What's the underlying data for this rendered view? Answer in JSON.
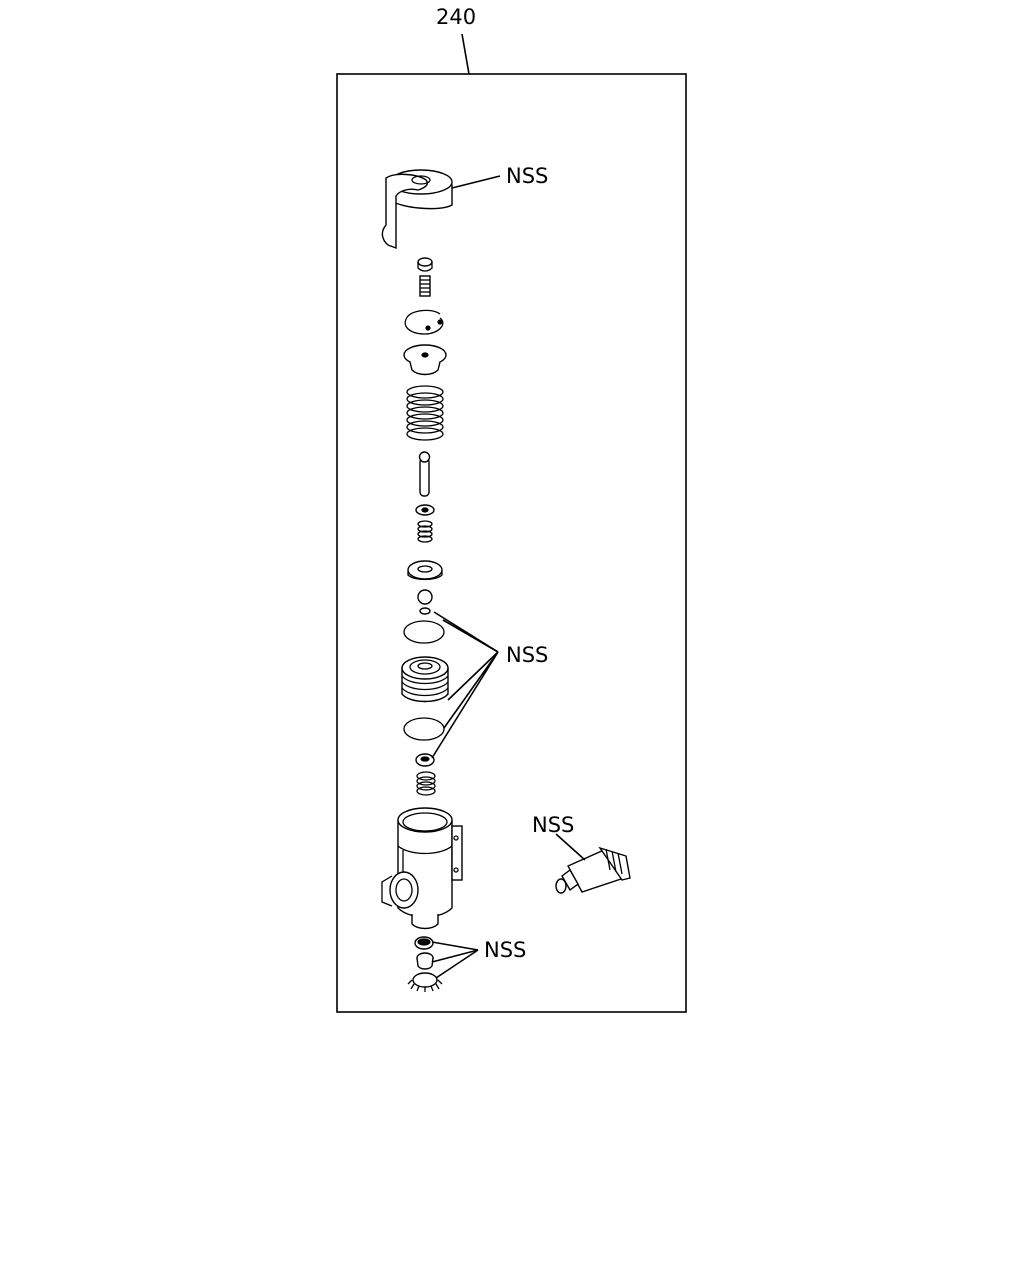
{
  "diagram": {
    "assembly_number": "240",
    "labels": {
      "nss_top": "NSS",
      "nss_middle": "NSS",
      "nss_tube": "NSS",
      "nss_bottom": "NSS"
    }
  }
}
